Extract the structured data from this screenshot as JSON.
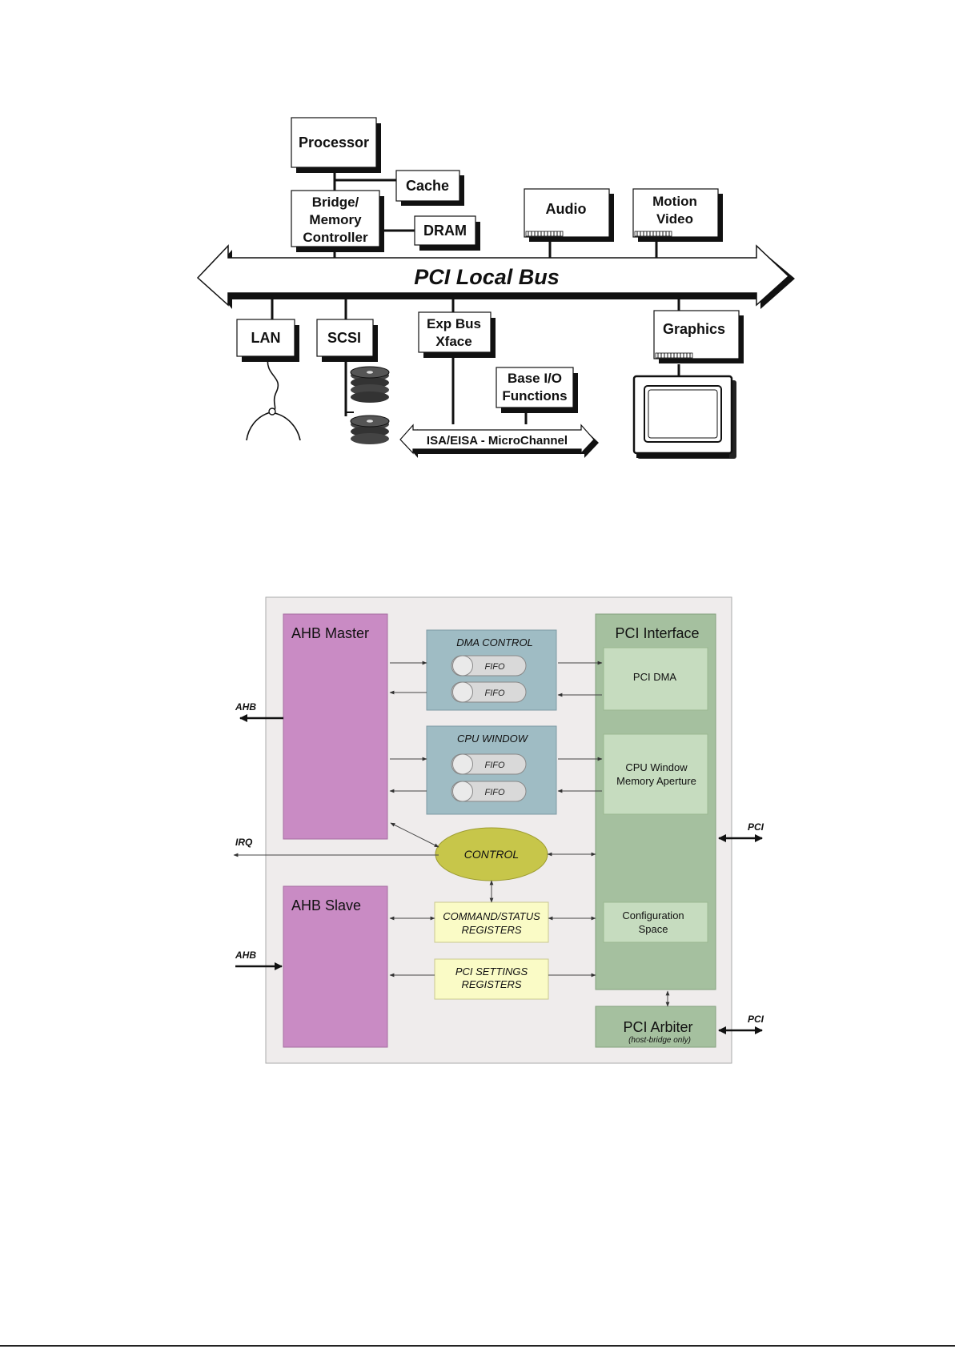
{
  "diagram1": {
    "processor": "Processor",
    "cache": "Cache",
    "bridge_lines": [
      "Bridge/",
      "Memory",
      "Controller"
    ],
    "dram": "DRAM",
    "audio": "Audio",
    "motion_video_lines": [
      "Motion",
      "Video"
    ],
    "bus_label": "PCI Local Bus",
    "lan": "LAN",
    "scsi": "SCSI",
    "exp_bus_lines": [
      "Exp Bus",
      "Xface"
    ],
    "base_io_lines": [
      "Base I/O",
      "Functions"
    ],
    "graphics": "Graphics",
    "isa_bus_label": "ISA/EISA  -  MicroChannel"
  },
  "diagram2": {
    "ahb_master": "AHB Master",
    "ahb_slave": "AHB Slave",
    "dma_control": "DMA CONTROL",
    "cpu_window": "CPU WINDOW",
    "fifo": "FIFO",
    "control": "CONTROL",
    "cmd_status_lines": [
      "COMMAND/STATUS",
      "REGISTERS"
    ],
    "pci_settings_lines": [
      "PCI SETTINGS",
      "REGISTERS"
    ],
    "pci_interface": "PCI Interface",
    "pci_dma": "PCI DMA",
    "cpu_window_mem_lines": [
      "CPU Window",
      "Memory Aperture"
    ],
    "config_space_lines": [
      "Configuration",
      "Space"
    ],
    "pci_arbiter": "PCI Arbiter",
    "pci_arbiter_note": "(host-bridge only)",
    "ext_ahb_top": "AHB",
    "ext_irq": "IRQ",
    "ext_ahb_bottom": "AHB",
    "ext_pci_top": "PCI",
    "ext_pci_bottom": "PCI"
  },
  "colors": {
    "panel_bg": "#efecec",
    "ahb_purple": "#c98bc4",
    "dma_blue": "#9fbcc4",
    "pci_green": "#a5c09f",
    "pci_green_light": "#c6dcbf",
    "control_yellow": "#c7c64a",
    "register_yellow": "#fafbc6",
    "fifo_grey": "#d9d9d9"
  }
}
